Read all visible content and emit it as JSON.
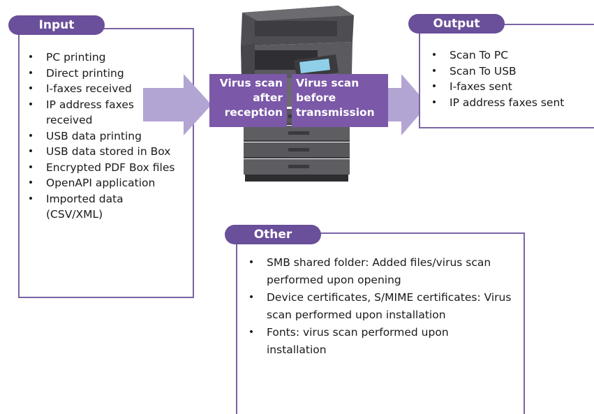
{
  "input": {
    "title": "Input",
    "items": [
      "PC printing",
      "Direct printing",
      "I-faxes received",
      "IP address faxes received",
      "USB data printing",
      "USB data stored in Box",
      "Encrypted PDF Box files",
      "OpenAPI application",
      "Imported data (CSV/XML)"
    ]
  },
  "output": {
    "title": "Output",
    "items": [
      "Scan To PC",
      "Scan To USB",
      "I-faxes sent",
      "IP address faxes sent"
    ]
  },
  "other": {
    "title": "Other",
    "items": [
      "SMB shared folder: Added files/virus scan performed upon opening",
      "Device certificates, S/MIME certificates: Virus scan performed upon installation",
      "Fonts: virus scan performed upon installation"
    ]
  },
  "scan_labels": {
    "after_reception": "Virus scan after reception",
    "before_transmission": "Virus scan before transmission"
  },
  "colors": {
    "panel_border": "#7a63a5",
    "tab_fill": "#6a4f9a",
    "arrow_fill": "#b3a5d3",
    "label_fill": "#7b58a8"
  }
}
